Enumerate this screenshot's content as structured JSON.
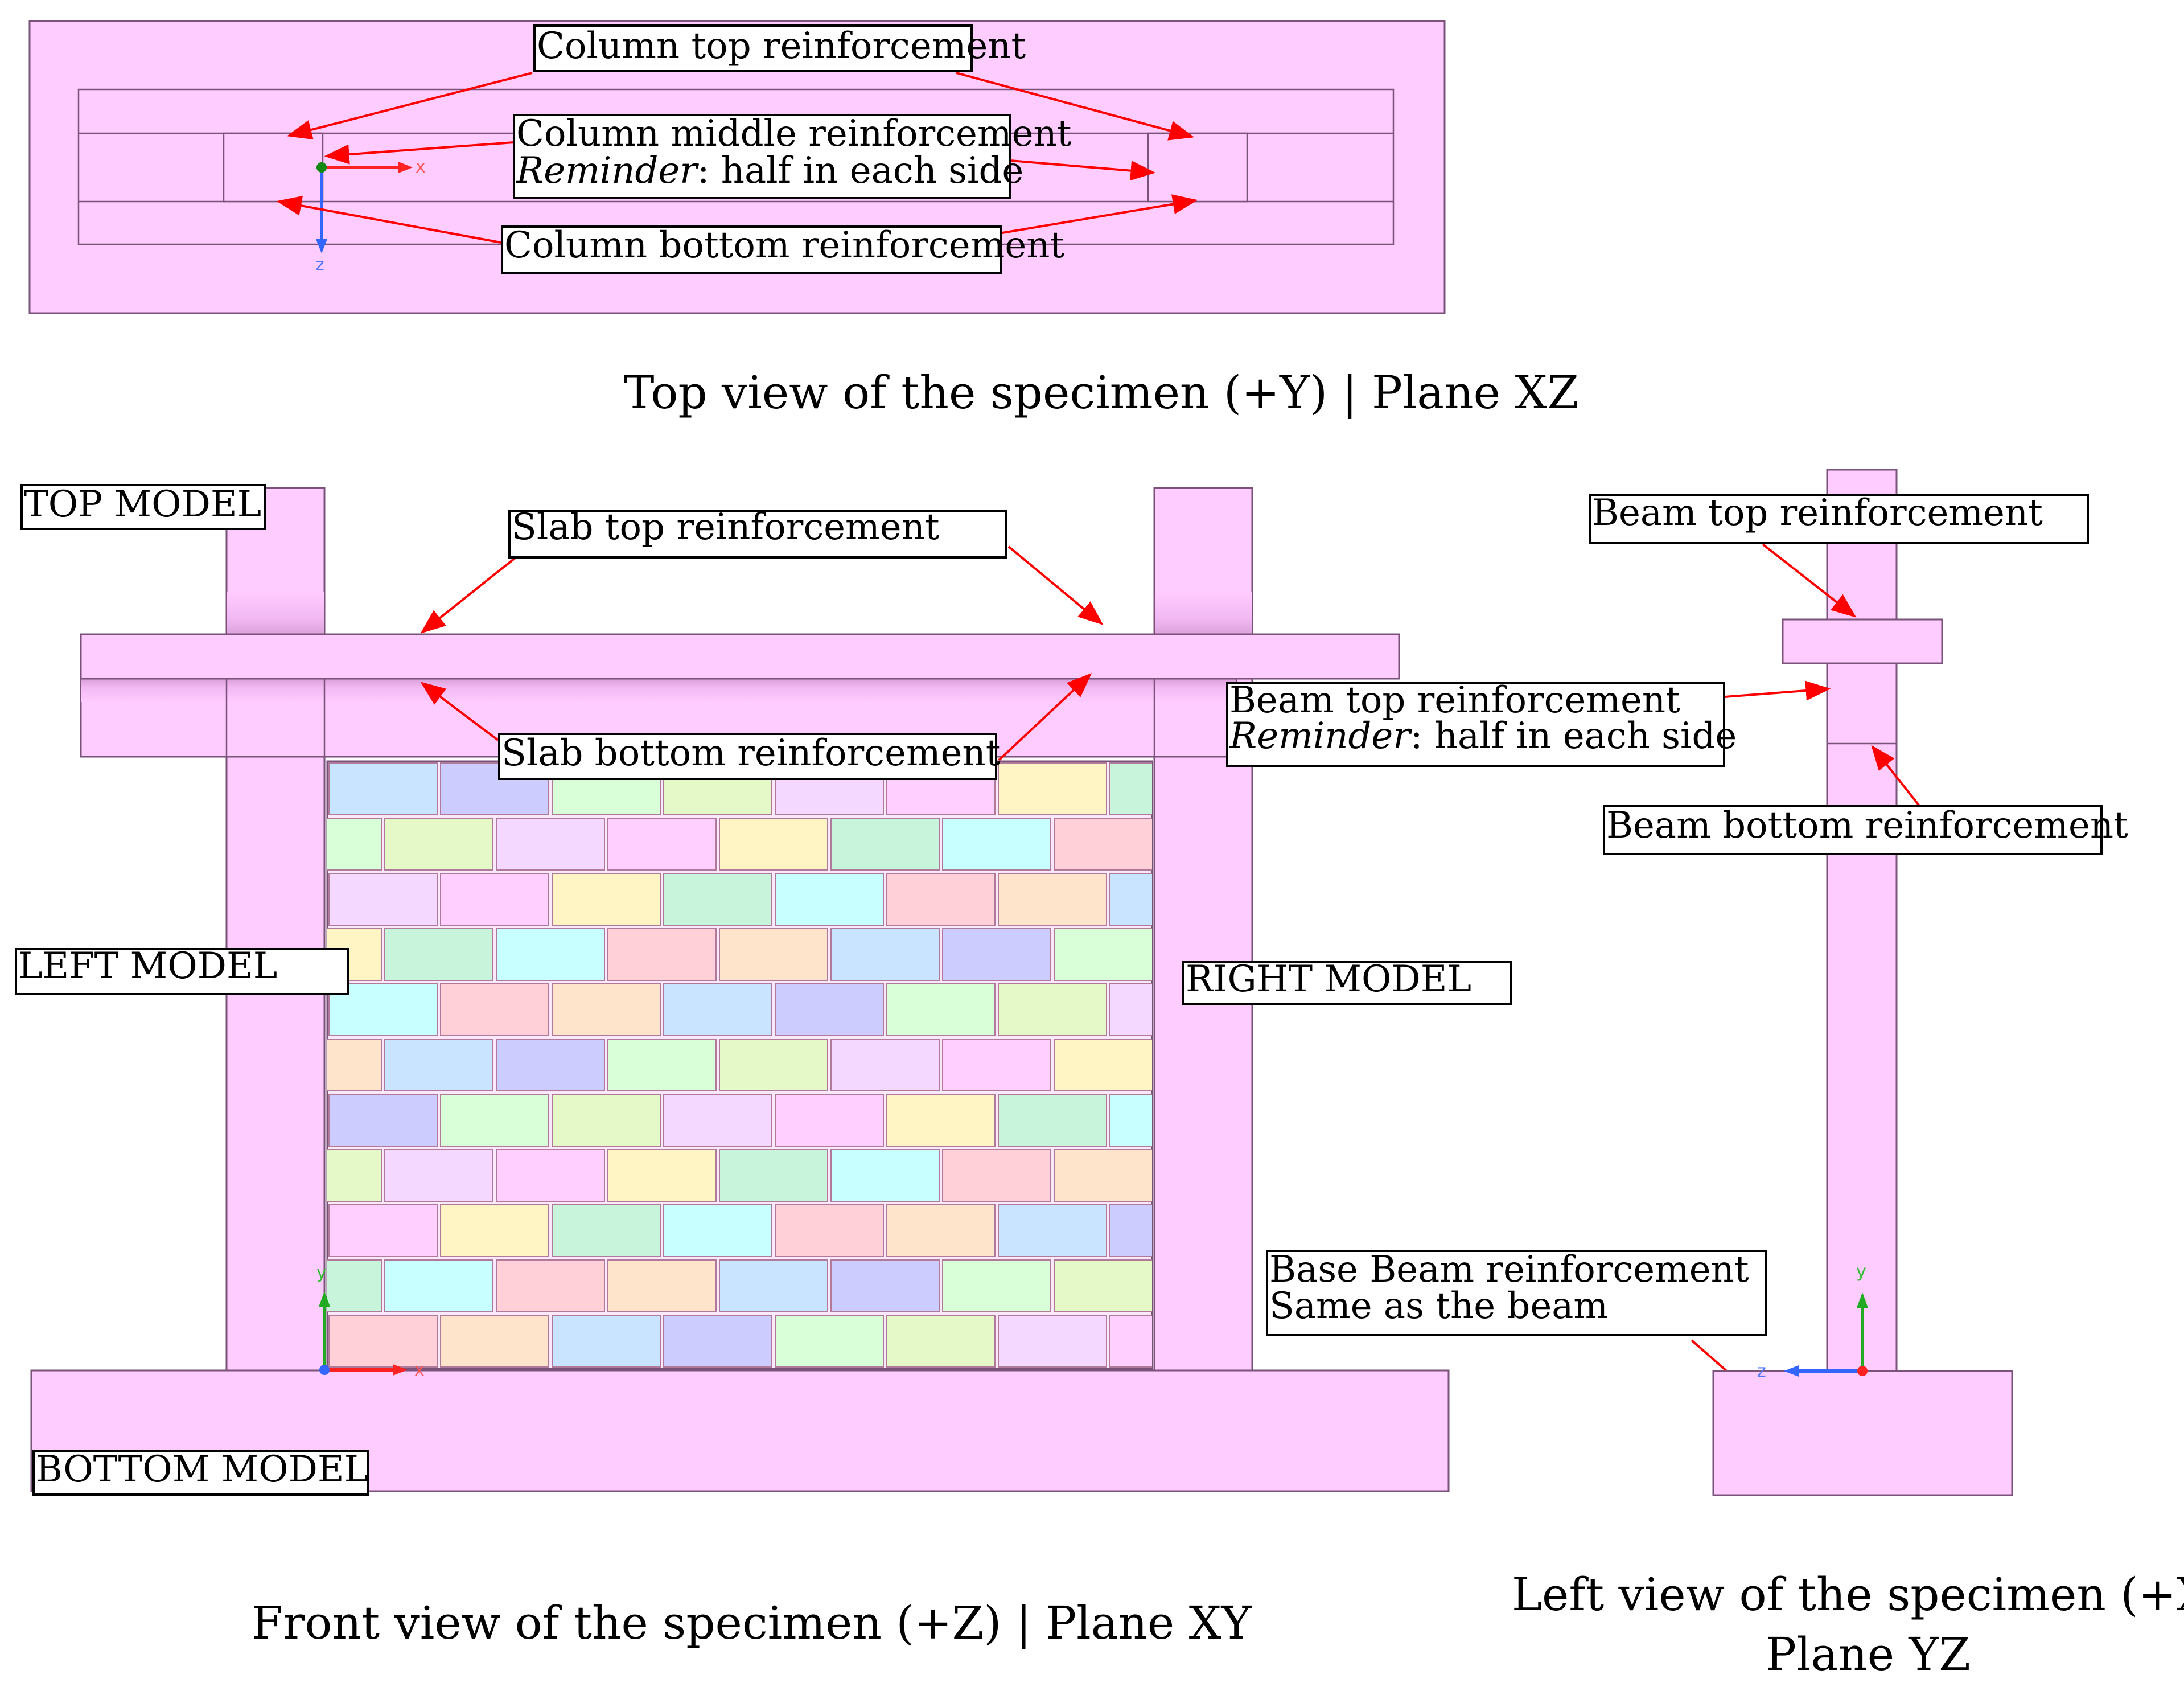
{
  "colors": {
    "pink": "#ffccff",
    "pink_stroke": "#7a527a",
    "arrow": "#ff0000",
    "box_border": "#000000",
    "axis_x": "#ff2222",
    "axis_y": "#22aa22",
    "axis_z": "#3366ff",
    "brick_palette": [
      "#c9e4ff",
      "#ffd0d8",
      "#c8f4dc",
      "#ffd0ff",
      "#e4f8c8",
      "#ccccff",
      "#ffe4cc",
      "#c8ffff",
      "#fff4c4",
      "#f4d8ff",
      "#d8ffd8"
    ]
  },
  "top_view": {
    "labels": {
      "column_top": "Column top reinforcement",
      "column_middle_1": "Column middle reinforcement",
      "column_middle_2_italic": "Reminder",
      "column_middle_2_rest": ": half in each side",
      "column_bottom": "Column bottom reinforcement"
    },
    "axis": {
      "x": "x",
      "z": "z"
    },
    "caption": "Top view of the specimen (+Y) | Plane XZ"
  },
  "front_view": {
    "labels": {
      "top_model": "TOP MODEL",
      "left_model": "LEFT MODEL",
      "right_model": "RIGHT MODEL",
      "bottom_model": "BOTTOM MODEL",
      "slab_top": "Slab top reinforcement",
      "slab_bottom": "Slab bottom reinforcement",
      "base_beam_1": "Base Beam reinforcement",
      "base_beam_2": "Same as the beam"
    },
    "axis": {
      "x": "x",
      "y": "y"
    },
    "caption": "Front view of the specimen (+Z) | Plane XY"
  },
  "left_view": {
    "labels": {
      "beam_top_1": "Beam top reinforcement",
      "beam_top_2_line1": "Beam top reinforcement",
      "beam_top_2_italic": "Reminder",
      "beam_top_2_rest": ": half in each side",
      "beam_bottom": "Beam bottom reinforcement"
    },
    "axis": {
      "y": "y",
      "z": "z"
    },
    "caption_line1": "Left view of the specimen (+X) |",
    "caption_line2": "Plane YZ"
  }
}
